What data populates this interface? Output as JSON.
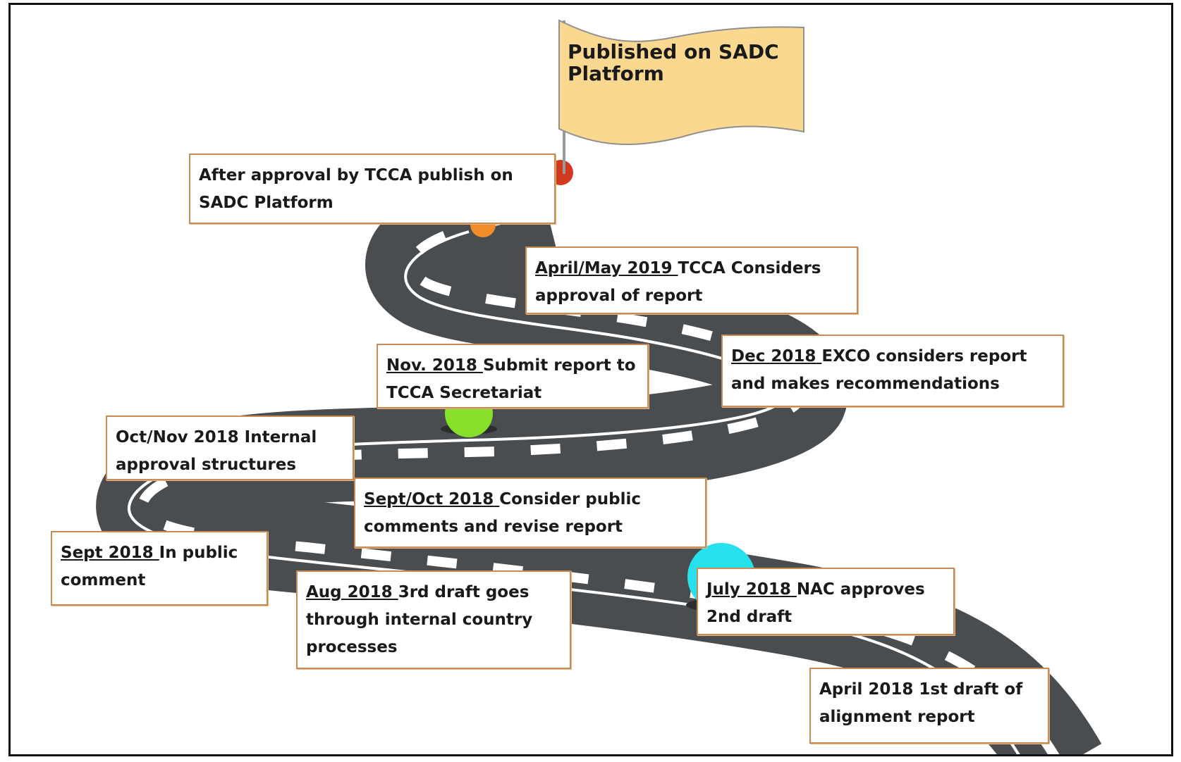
{
  "colors": {
    "road": "#4a4d50",
    "road_edge": "#ffffff",
    "box_border": "#c98b52",
    "flag_fill": "#fbd88f",
    "flag_outline": "#8f8f8f",
    "dot_red": "#d13a1f",
    "dot_orange": "#f28c28",
    "dot_green": "#86e02a",
    "dot_cyan": "#27e0ee"
  },
  "flag": {
    "text": "Published on SADC Platform",
    "icon": "flag-icon"
  },
  "milestones": [
    {
      "date": "",
      "text": "After approval by TCCA publish on SADC Platform"
    },
    {
      "date": "April/May 2019",
      "text": "TCCA Considers approval of report"
    },
    {
      "date": "Nov. 2018",
      "text": "Submit report to TCCA Secretariat"
    },
    {
      "date": "Dec 2018",
      "text": "EXCO considers report and makes recommendations"
    },
    {
      "date": "",
      "text": "Oct/Nov 2018 Internal approval structures"
    },
    {
      "date": "Sept/Oct 2018",
      "text": "Consider public comments and revise report"
    },
    {
      "date": "Sept 2018",
      "text": "In public comment"
    },
    {
      "date": "Aug 2018",
      "text": "3rd draft goes through internal country processes"
    },
    {
      "date": "July 2018",
      "text": "NAC approves 2nd draft"
    },
    {
      "date": "",
      "text": "April 2018 1st draft of alignment report"
    }
  ]
}
